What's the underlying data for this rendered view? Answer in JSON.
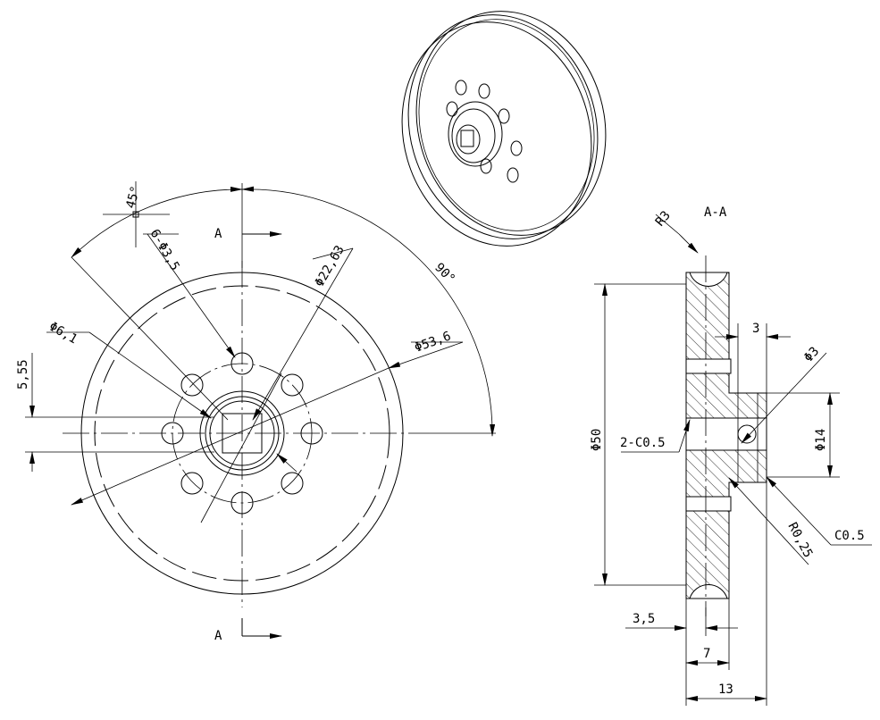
{
  "section_label": "A-A",
  "section_marks": [
    "A",
    "A"
  ],
  "front_view": {
    "angle_label": "45°",
    "arc_angle_label": "90°",
    "holes_label": "6-Φ3,5",
    "pcd_label": "Φ22,63",
    "hub_label": "Φ6,1",
    "outer_label": "Φ53,6",
    "offset_label": "5,55"
  },
  "section_view": {
    "r_groove": "R3",
    "dia_outer": "Φ50",
    "chamfer_bore": "2-C0.5",
    "hub_step": "3",
    "set_hole": "Φ3",
    "hub_dia": "Φ14",
    "fillet": "R0,25",
    "chamfer": "C0.5",
    "groove_offset": "3,5",
    "width_rim": "7",
    "width_total": "13"
  }
}
